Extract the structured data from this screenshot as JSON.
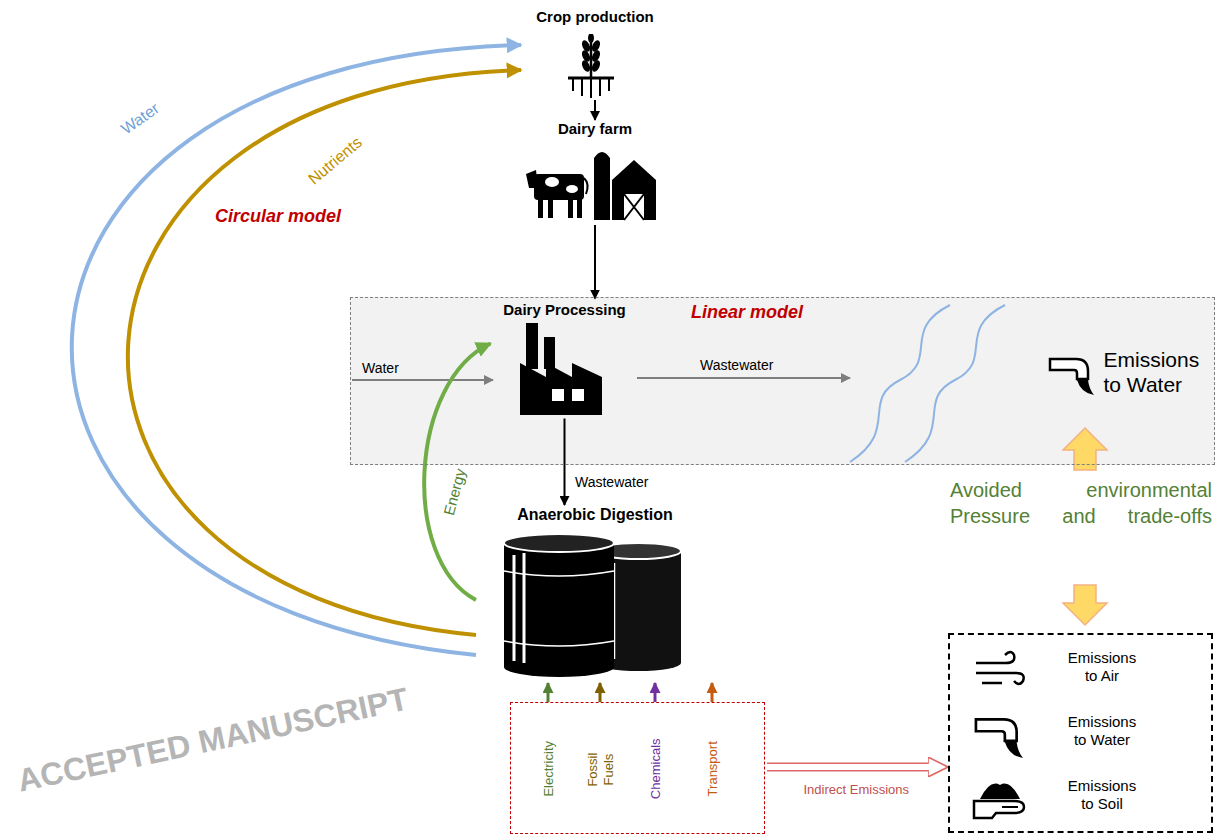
{
  "diagram": {
    "nodes": [
      {
        "text": [
          "Crop production"
        ]
      },
      {
        "text": [
          "Dairy farm"
        ]
      },
      {
        "text": [
          "Linear model"
        ]
      },
      {
        "text": [
          "Dairy Processing"
        ],
        "in": 2
      },
      {
        "text": [
          "Emissions to Water"
        ],
        "in": 2
      },
      {
        "text": [
          "Anaerobic Digestion"
        ]
      },
      {
        "text": [
          "Electricity",
          "Fossil Fuels",
          "Chemicals",
          "Transport"
        ]
      },
      {
        "text": [
          "Emissions to Air",
          "Emissions to Water",
          "Emissions to Soil"
        ]
      }
    ],
    "edges": [
      {
        "from": 0,
        "to": 1,
        "arrow": "to"
      },
      {
        "from": 1,
        "to": 3,
        "arrow": "to"
      },
      {
        "from": 3,
        "to": 5,
        "label": "Wastewater",
        "arrow": "to"
      },
      {
        "from": 5,
        "to": 3,
        "label": "Energy",
        "arrow": "to"
      },
      {
        "from": 5,
        "to": 0,
        "label": "Water",
        "arrow": "to"
      },
      {
        "from": 5,
        "to": 0,
        "label": "Nutrients",
        "arrow": "to"
      },
      {
        "from": 6,
        "to": 5,
        "arrow": "to"
      },
      {
        "from": 6,
        "to": 5,
        "arrow": "to"
      },
      {
        "from": 6,
        "to": 5,
        "arrow": "to"
      },
      {
        "from": 6,
        "to": 5,
        "arrow": "to"
      },
      {
        "from": 6,
        "to": 7,
        "label": "Indirect Emissions",
        "arrow": "to"
      }
    ],
    "labels": [
      "Circular model",
      "Water",
      "Wastewater",
      "Avoided environmental Pressure and trade-offs",
      "ACCEPTED MANUSCRIPT"
    ]
  }
}
